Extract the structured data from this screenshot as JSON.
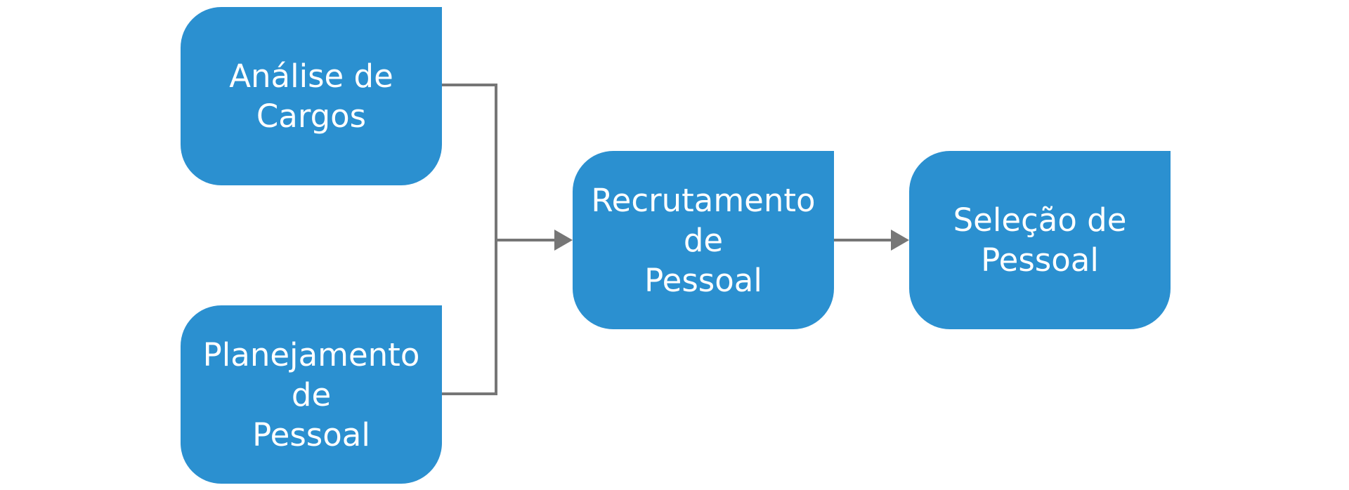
{
  "colors": {
    "node_fill": "#2b90d0",
    "node_text": "#ffffff",
    "connector": "#767676",
    "background": "#ffffff"
  },
  "nodes": {
    "analise": {
      "label": "Análise de\nCargos"
    },
    "planejamento": {
      "label": "Planejamento\nde\nPessoal"
    },
    "recrutamento": {
      "label": "Recrutamento\nde\nPessoal"
    },
    "selecao": {
      "label": "Seleção de\nPessoal"
    }
  },
  "edges": [
    {
      "from": "Análise de Cargos",
      "to": "Recrutamento de Pessoal"
    },
    {
      "from": "Planejamento de Pessoal",
      "to": "Recrutamento de Pessoal"
    },
    {
      "from": "Recrutamento de Pessoal",
      "to": "Seleção de Pessoal"
    }
  ]
}
